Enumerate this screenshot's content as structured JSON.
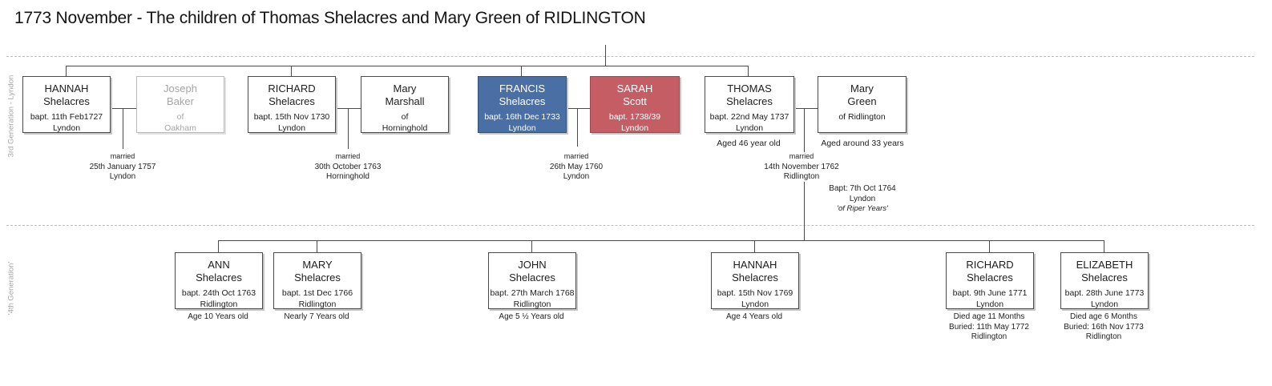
{
  "title": "1773 November - The children of Thomas Shelacres and Mary Green of RIDLINGTON",
  "side_labels": {
    "gen3": "3rd Generation - Lyndon",
    "gen4": "'4th Generation'"
  },
  "colors": {
    "highlight_blue_box": "#4a6fa5",
    "highlight_red_box": "#c55d65",
    "muted_box_text": "#a6a6a6",
    "connector_line": "#4a4a4a",
    "divider_dash": "#bdbdbd"
  },
  "gen3": [
    {
      "first": "HANNAH",
      "last": "Shelacres",
      "detail1": "bapt. 11th Feb1727",
      "detail2": "Lyndon"
    },
    {
      "first": "Joseph",
      "last": "Baker",
      "detail1": "of",
      "detail2": "Oakham"
    },
    {
      "first": "RICHARD",
      "last": "Shelacres",
      "detail1": "bapt. 15th Nov 1730",
      "detail2": "Lyndon"
    },
    {
      "first": "Mary",
      "last": "Marshall",
      "detail1": "of",
      "detail2": "Horninghold"
    },
    {
      "first": "FRANCIS",
      "last": "Shelacres",
      "detail1": "bapt. 16th Dec 1733",
      "detail2": "Lyndon"
    },
    {
      "first": "SARAH",
      "last": "Scott",
      "detail1": "bapt. 1738/39",
      "detail2": "Lyndon"
    },
    {
      "first": "THOMAS",
      "last": "Shelacres",
      "detail1": "bapt. 22nd May 1737",
      "detail2": "Lyndon",
      "note": "Aged 46 year old"
    },
    {
      "first": "Mary",
      "last": "Green",
      "detail1": "of Ridlington",
      "detail2": "",
      "note": "Aged around 33 years"
    }
  ],
  "marriages": [
    {
      "line1": "married",
      "line2": "25th January 1757",
      "line3": "Lyndon"
    },
    {
      "line1": "married",
      "line2": "30th October 1763",
      "line3": "Horninghold"
    },
    {
      "line1": "married",
      "line2": "26th May 1760",
      "line3": "Lyndon"
    },
    {
      "line1": "married",
      "line2": "14th November 1762",
      "line3": "Ridlington"
    }
  ],
  "mary_green_baptism": {
    "line1": "Bapt: 7th Oct 1764",
    "line2": "Lyndon",
    "line3": "'of Riper Years'"
  },
  "gen4": [
    {
      "first": "ANN",
      "last": "Shelacres",
      "detail1": "bapt. 24th Oct 1763",
      "detail2": "Ridlington",
      "note1": "Age 10 Years old"
    },
    {
      "first": "MARY",
      "last": "Shelacres",
      "detail1": "bapt. 1st Dec 1766",
      "detail2": "Ridlington",
      "note1": "Nearly 7 Years old"
    },
    {
      "first": "JOHN",
      "last": "Shelacres",
      "detail1": "bapt. 27th March 1768",
      "detail2": "Ridlington",
      "note1": "Age 5 ½ Years old"
    },
    {
      "first": "HANNAH",
      "last": "Shelacres",
      "detail1": "bapt. 15th Nov 1769",
      "detail2": "Lyndon",
      "note1": "Age 4 Years old"
    },
    {
      "first": "RICHARD",
      "last": "Shelacres",
      "detail1": "bapt. 9th June 1771",
      "detail2": "Lyndon",
      "note1": "Died age 11 Months",
      "note2": "Buried: 11th May 1772",
      "note3": "Ridlington"
    },
    {
      "first": "ELIZABETH",
      "last": "Shelacres",
      "detail1": "bapt. 28th June 1773",
      "detail2": "Lyndon",
      "note1": "Died age 6 Months",
      "note2": "Buried: 16th Nov 1773",
      "note3": "Ridlington"
    }
  ]
}
